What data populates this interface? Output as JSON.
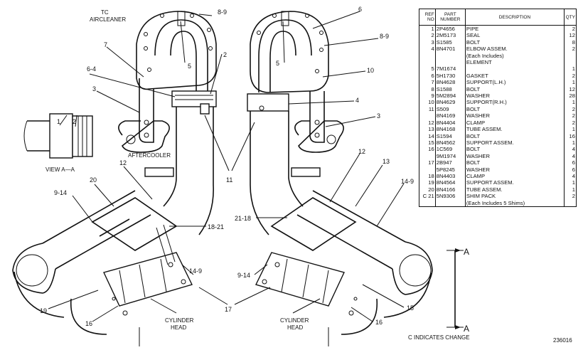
{
  "labels": {
    "tc_aircleaner": [
      "TC",
      "AIRCLEANER"
    ],
    "aftercooler": "AFTERCOOLER",
    "view_aa": "VIEW A—A",
    "cylinder_head": [
      "CYLINDER",
      "HEAD"
    ],
    "section_a": "A",
    "change_note": "C INDICATES CHANGE",
    "figure_number": "236016"
  },
  "callouts": {
    "c1": "1",
    "c2": "2",
    "c3_left": "3",
    "c3_right": "3",
    "c2_upper": "2",
    "c4": "4",
    "c5_left": "5",
    "c5_right": "5",
    "c6_left": "6-4",
    "c6_right": "6",
    "c7": "7",
    "c8_9_left": "8-9",
    "c8_9_right": "8-9",
    "c9_14_left": "9-14",
    "c9_14_right": "9-14",
    "c10": "10",
    "c11": "11",
    "c12_left": "12",
    "c12_right": "12",
    "c13": "13",
    "c14_9_left": "14-9",
    "c14_9_right": "14-9",
    "c15": "15",
    "c16_left": "16",
    "c16_right": "16",
    "c17": "17",
    "c18_21": "18-21",
    "c21_18": "21-18",
    "c19": "19",
    "c20": "20"
  },
  "table": {
    "headers": {
      "ref": [
        "REF",
        "NO"
      ],
      "part": [
        "PART",
        "NUMBER"
      ],
      "desc": "DESCRIPTION",
      "qty": "QTY"
    },
    "rows": [
      {
        "ref": "1",
        "part": "2P4656",
        "desc": "PIPE",
        "qty": "2"
      },
      {
        "ref": "2",
        "part": "2M5173",
        "desc": "SEAL",
        "qty": "12"
      },
      {
        "ref": "3",
        "part": "S1585",
        "desc": "BOLT",
        "qty": "8"
      },
      {
        "ref": "4",
        "part": "8N4701",
        "desc": "ELBOW ASSEM.",
        "qty": "2"
      },
      {
        "ref": "",
        "part": "",
        "desc": "(Each Includes)",
        "qty": ""
      },
      {
        "ref": "",
        "part": "",
        "desc": "ELEMENT",
        "qty": ""
      },
      {
        "ref": "5",
        "part": "7M1674",
        "desc": "",
        "qty": "1"
      },
      {
        "ref": "6",
        "part": "5H1730",
        "desc": "GASKET",
        "qty": "2"
      },
      {
        "ref": "7",
        "part": "8N4628",
        "desc": "SUPPORT(L.H.)",
        "qty": "1"
      },
      {
        "ref": "8",
        "part": "S1588",
        "desc": "BOLT",
        "qty": "12"
      },
      {
        "ref": "9",
        "part": "5M2894",
        "desc": "WASHER",
        "qty": "28"
      },
      {
        "ref": "10",
        "part": "8N4629",
        "desc": "SUPPORT(R.H.)",
        "qty": "1"
      },
      {
        "ref": "11",
        "part": "S509",
        "desc": "BOLT",
        "qty": "2"
      },
      {
        "ref": "",
        "part": "8N4169",
        "desc": "WASHER",
        "qty": "2"
      },
      {
        "ref": "12",
        "part": "8N4404",
        "desc": "CLAMP",
        "qty": "2"
      },
      {
        "ref": "13",
        "part": "8N4168",
        "desc": "TUBE ASSEM.",
        "qty": "1"
      },
      {
        "ref": "14",
        "part": "S1594",
        "desc": "BOLT",
        "qty": "16"
      },
      {
        "ref": "15",
        "part": "8N4562",
        "desc": "SUPPORT ASSEM.",
        "qty": "1"
      },
      {
        "ref": "16",
        "part": "1C569",
        "desc": "BOLT",
        "qty": "4"
      },
      {
        "ref": "",
        "part": "9M1974",
        "desc": "WASHER",
        "qty": "4"
      },
      {
        "ref": "17",
        "part": "2B947",
        "desc": "BOLT",
        "qty": "6"
      },
      {
        "ref": "",
        "part": "5P8245",
        "desc": "WASHER",
        "qty": "6"
      },
      {
        "ref": "18",
        "part": "8N4403",
        "desc": "CLAMP",
        "qty": "4"
      },
      {
        "ref": "19",
        "part": "8N4564",
        "desc": "SUPPORT ASSEM.",
        "qty": "1"
      },
      {
        "ref": "20",
        "part": "8N4166",
        "desc": "TUBE ASSEM.",
        "qty": "1"
      },
      {
        "ref": "C 21",
        "part": "5N9306",
        "desc": "SHIM PACK",
        "qty": "2"
      },
      {
        "ref": "",
        "part": "",
        "desc": "(Each Includes 5 Shims)",
        "qty": ""
      }
    ]
  }
}
